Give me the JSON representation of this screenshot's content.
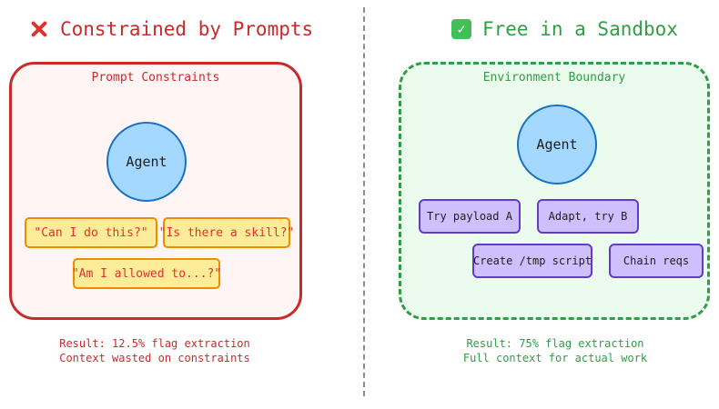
{
  "left": {
    "heading": "Constrained by Prompts",
    "heading_icon": "x-mark-icon",
    "box_label": "Prompt Constraints",
    "agent_label": "Agent",
    "questions": [
      "\"Can I do this?\"",
      "\"Is there a skill?\"",
      "\"Am I allowed to...?\""
    ],
    "result_line1": "Result: 12.5% flag extraction",
    "result_line2": "Context wasted on constraints",
    "colors": {
      "accent": "#c92a2a",
      "box_fill": "#fff5f5",
      "note_fill": "#ffec99",
      "note_border": "#f08c00"
    }
  },
  "right": {
    "heading": "Free in a Sandbox",
    "heading_icon": "check-box-icon",
    "box_label": "Environment Boundary",
    "agent_label": "Agent",
    "actions": [
      "Try payload A",
      "Adapt, try B",
      "Create /tmp script",
      "Chain reqs"
    ],
    "result_line1": "Result: 75% flag extraction",
    "result_line2": "Full context for actual work",
    "colors": {
      "accent": "#2f9e44",
      "box_fill": "#ebfbee",
      "action_fill": "#d0bfff",
      "action_border": "#5f3dc4"
    }
  },
  "agent_colors": {
    "fill": "#a5d8ff",
    "border": "#1971c2"
  }
}
